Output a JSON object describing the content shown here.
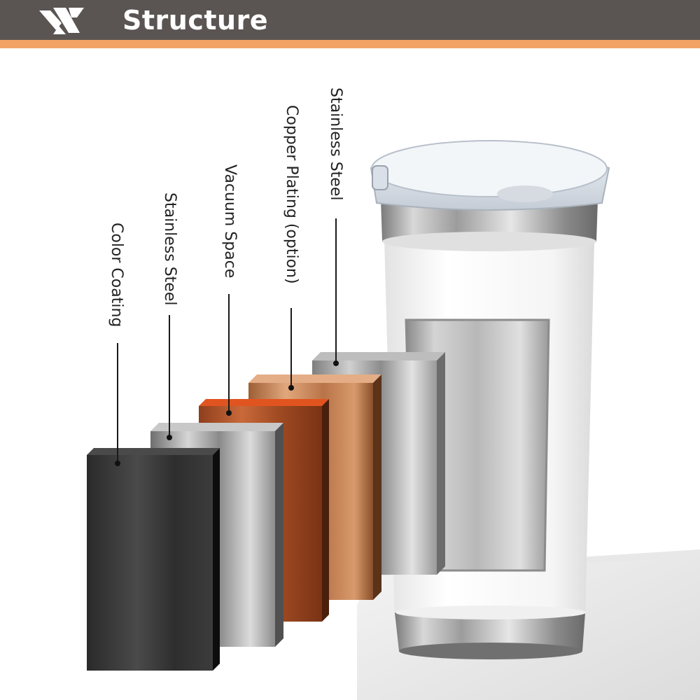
{
  "header": {
    "title": "Structure"
  },
  "layers": [
    {
      "label": "Color Coating"
    },
    {
      "label": "Stainless Steel"
    },
    {
      "label": "Vacuum Space"
    },
    {
      "label": "Copper Plating (option)"
    },
    {
      "label": "Stainless Steel"
    }
  ],
  "colors": {
    "header_bg": "#5a5552",
    "header_stripe": "#f3a266",
    "title_text": "#ffffff",
    "color_coating": "#3a3a3a",
    "stainless_steel": "#a8a8a8",
    "vacuum_space": "#c05a2c",
    "copper_plating": "#c98a5c",
    "tumbler_body": "#f2f2f2"
  }
}
